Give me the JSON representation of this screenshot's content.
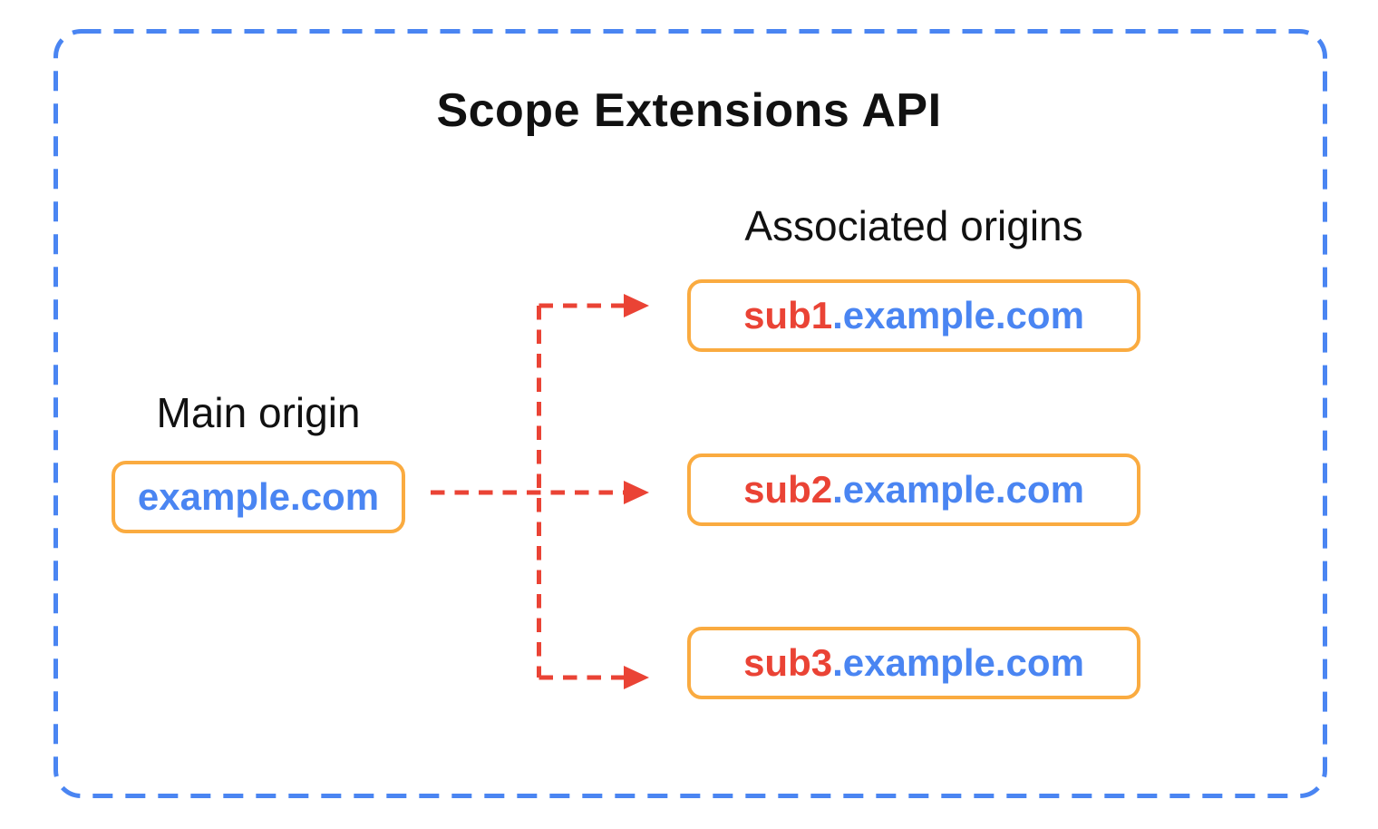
{
  "palette": {
    "blue": "#4A85F2",
    "red": "#EA4335",
    "orange": "#FAAB40",
    "ink": "#111111",
    "bg": "#FFFFFF"
  },
  "diagram": {
    "title": "Scope Extensions API",
    "main_origin": {
      "label": "Main origin",
      "domain": "example.com"
    },
    "associated": {
      "label": "Associated origins",
      "boxes": [
        {
          "prefix": "sub1",
          "suffix": ".example.com"
        },
        {
          "prefix": "sub2",
          "suffix": ".example.com"
        },
        {
          "prefix": "sub3",
          "suffix": ".example.com"
        }
      ]
    }
  }
}
